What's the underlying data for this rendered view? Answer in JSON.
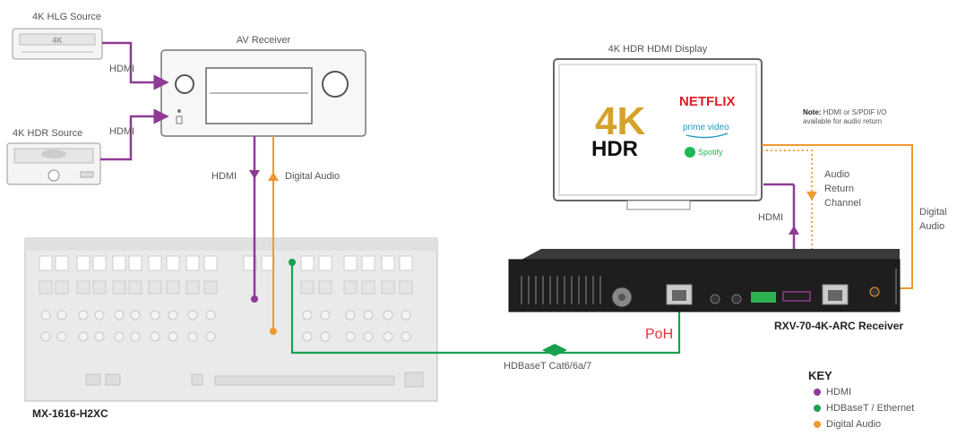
{
  "sources": {
    "hlg": "4K HLG Source",
    "hdr": "4K HDR Source",
    "av_receiver": "AV Receiver",
    "display": "4K HDR HDMI Display"
  },
  "links": {
    "hdmi_hlg": "HDMI",
    "hdmi_hdr": "HDMI",
    "hdmi_down": "HDMI",
    "digital_audio_up": "Digital Audio",
    "hdmi_display": "HDMI",
    "arc_line1": "Audio",
    "arc_line2": "Return",
    "arc_line3": "Channel",
    "digital_audio_right_1": "Digital",
    "digital_audio_right_2": "Audio",
    "hdbaset": "HDBaseT Cat6/6a/7"
  },
  "display_logos": {
    "big_4k": "4K",
    "big_hdr": "HDR",
    "netflix": "NETFLIX",
    "prime": "prime video",
    "spotify": "Spotify"
  },
  "note": {
    "bold": "Note:",
    "line1_rest": " HDMI or S/PDIF I/O",
    "line2": "available for audio return"
  },
  "devices": {
    "matrix": "MX-1616-H2XC",
    "receiver": "RXV-70-4K-ARC Receiver",
    "poh": "PoH"
  },
  "key": {
    "title": "KEY",
    "items": [
      {
        "label": "HDMI",
        "color": "#8e3a96"
      },
      {
        "label": "HDBaseT / Ethernet",
        "color": "#1aa14f"
      },
      {
        "label": "Digital Audio",
        "color": "#f0992f"
      }
    ]
  },
  "colors": {
    "hdmi": "#8e3a96",
    "hdbaset": "#1aa14f",
    "audio": "#f0992f"
  }
}
